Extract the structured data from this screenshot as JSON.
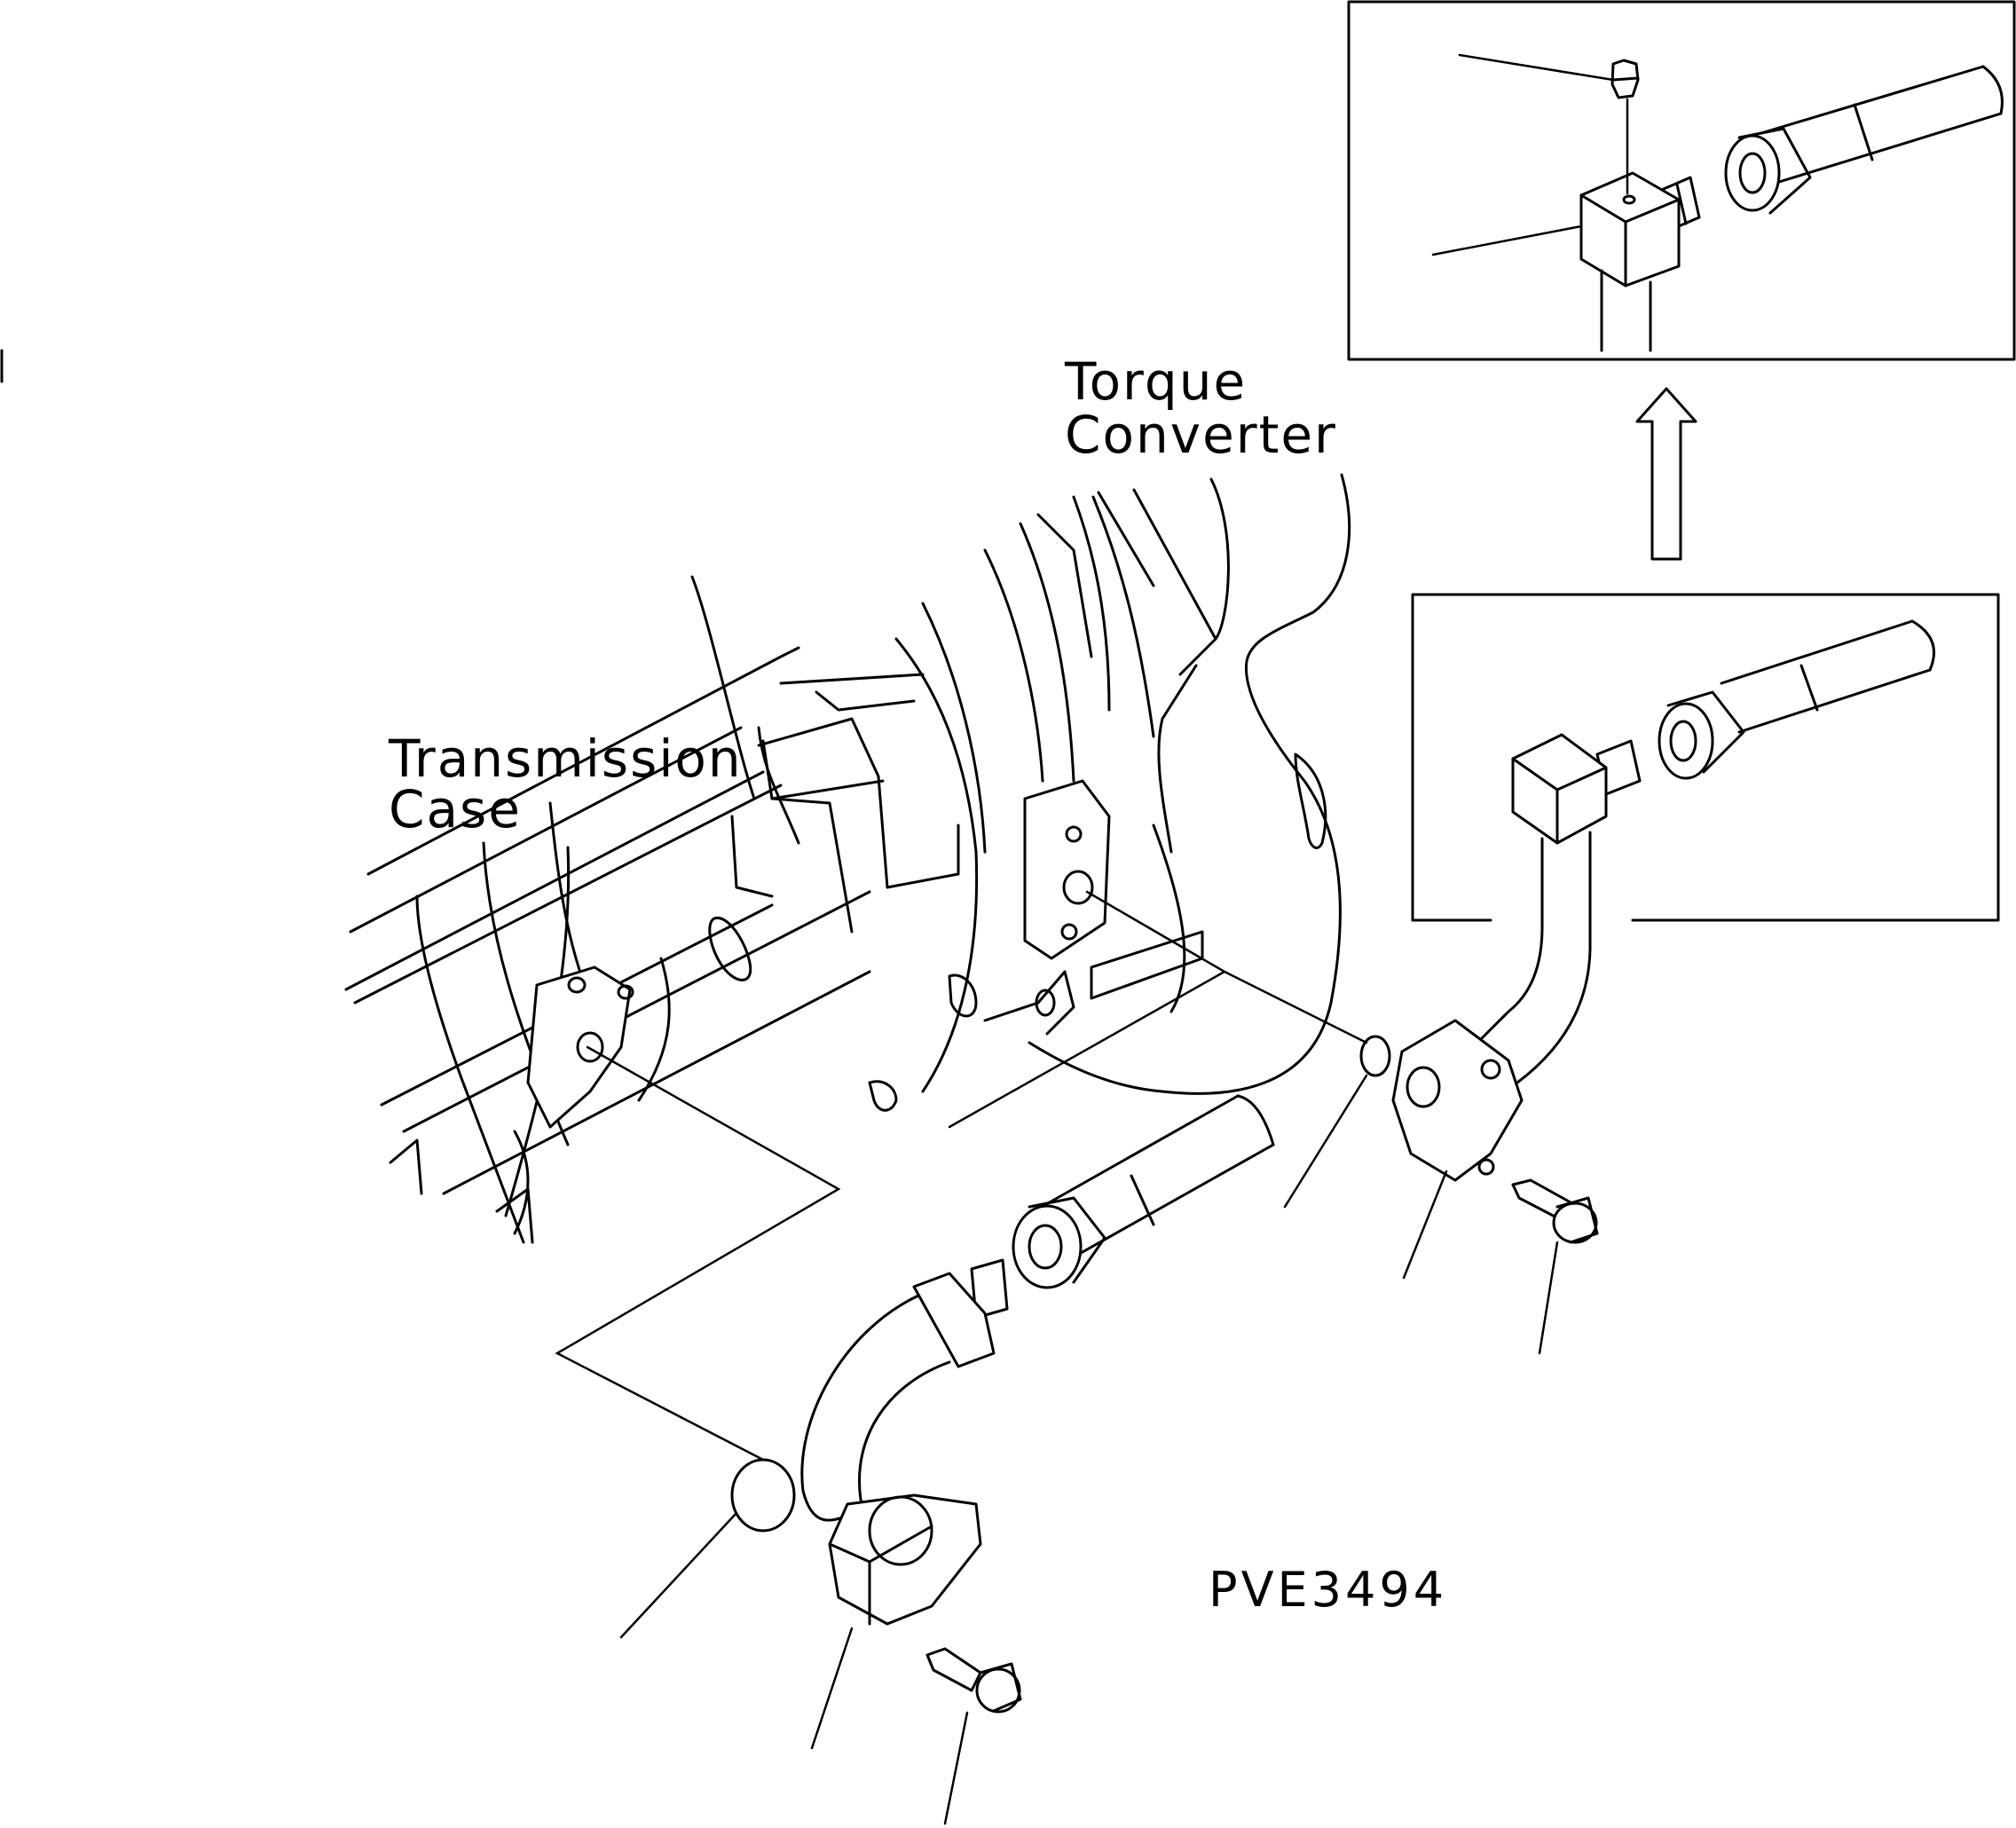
{
  "labels": {
    "torque_converter_line1": "Torque",
    "torque_converter_line2": "Converter",
    "transmission_case_line1": "Transmission",
    "transmission_case_line2": "Case",
    "figure_code": "PVE3494"
  },
  "colors": {
    "line": "#000000",
    "background": "#ffffff"
  }
}
